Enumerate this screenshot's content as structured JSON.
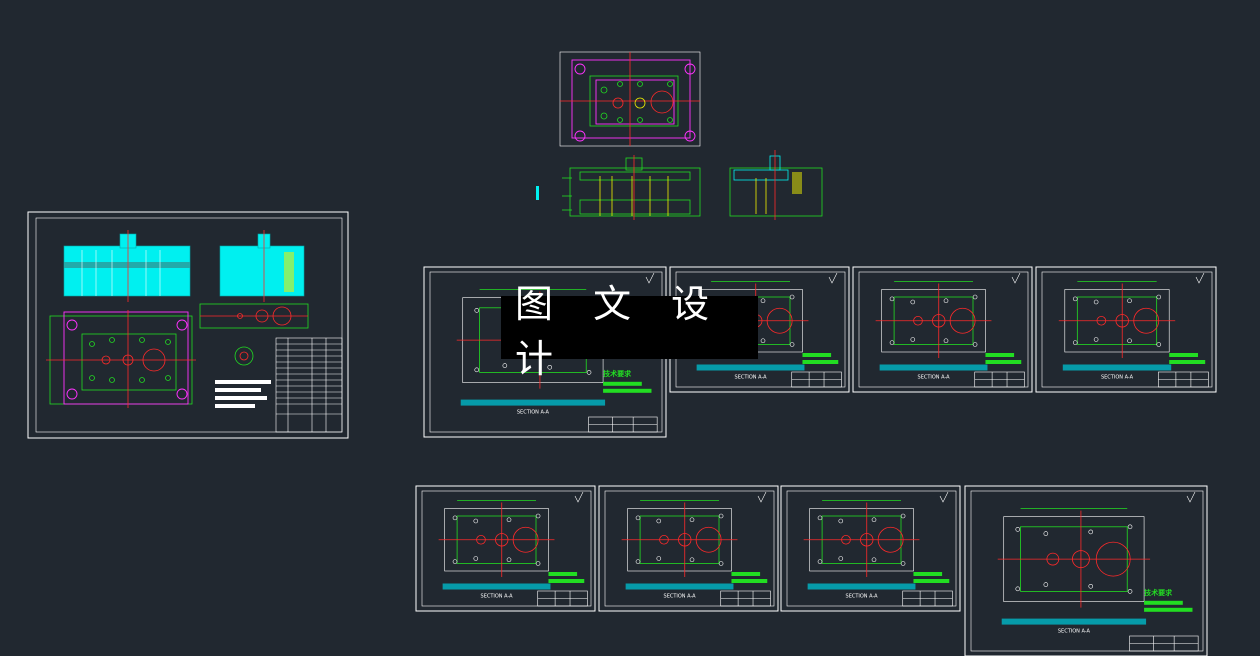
{
  "watermark": {
    "text": "图 文 设 计"
  },
  "sheets": [
    {
      "id": "assembly",
      "note": ""
    },
    {
      "id": "part-1",
      "note": "技术要求"
    },
    {
      "id": "part-2",
      "note": ""
    },
    {
      "id": "part-3",
      "note": ""
    },
    {
      "id": "part-4",
      "note": ""
    },
    {
      "id": "part-5",
      "note": ""
    },
    {
      "id": "part-6",
      "note": ""
    },
    {
      "id": "part-7",
      "note": ""
    },
    {
      "id": "part-8",
      "note": "技术要求"
    }
  ],
  "section_labels": {
    "s1": "SECTION A-A",
    "s2": "SECTION A-A",
    "s3": "SECTION A-A",
    "s4": "SECTION A-A",
    "s5": "SECTION A-A",
    "s6": "SECTION A-A",
    "s7": "SECTION A-A",
    "s8": "SECTION A-A"
  },
  "colors": {
    "background": "#212830",
    "frame": "#ffffff",
    "outline": "#22dd22",
    "centerline": "#ff2a2a",
    "hole": "#ff33ff",
    "section_fill": "#00f0f0",
    "highlight": "#f0f000"
  }
}
